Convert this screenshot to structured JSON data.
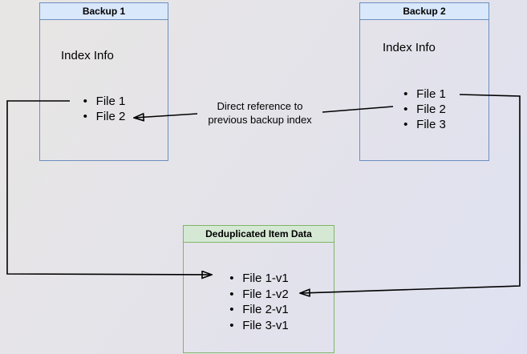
{
  "diagram": {
    "nodes": {
      "backup1": {
        "title": "Backup 1",
        "subtitle": "Index Info",
        "files": [
          "File 1",
          "File 2"
        ]
      },
      "backup2": {
        "title": "Backup 2",
        "subtitle": "Index Info",
        "files": [
          "File 1",
          "File 2",
          "File 3"
        ]
      },
      "dedup": {
        "title": "Deduplicated Item Data",
        "files": [
          "File 1-v1",
          "File 1-v2",
          "File 2-v1",
          "File 3-v1"
        ]
      }
    },
    "annotation": {
      "line1": "Direct reference to",
      "line2": "previous backup index"
    },
    "colors": {
      "blue_header_fill": "#dae8fc",
      "blue_border": "#6c8ebf",
      "green_header_fill": "#d5e8d4",
      "green_border": "#82b366",
      "connector": "#000000",
      "background_start": "#e8e6e4",
      "background_end": "#dfe1f2"
    }
  }
}
